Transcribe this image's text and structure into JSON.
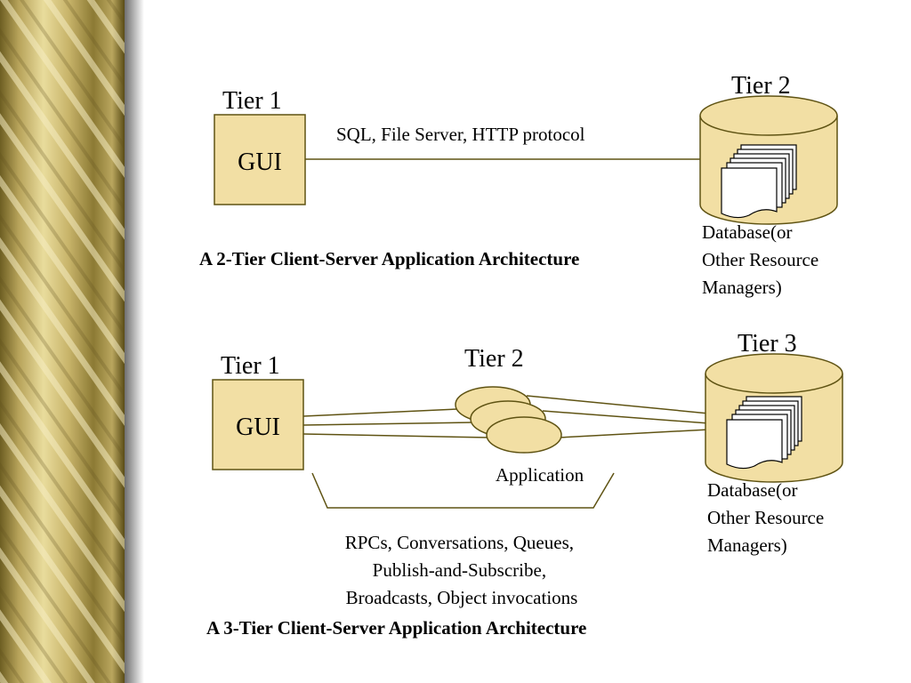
{
  "two_tier": {
    "tier1_label": "Tier 1",
    "gui_label": "GUI",
    "tier2_label": "Tier 2",
    "protocol_label": "SQL, File Server, HTTP protocol",
    "db_label_lines": [
      "Database(or",
      "Other Resource",
      "Managers)"
    ],
    "caption": "A 2-Tier Client-Server Application Architecture"
  },
  "three_tier": {
    "tier1_label": "Tier 1",
    "gui_label": "GUI",
    "tier2_label": "Tier 2",
    "tier3_label": "Tier 3",
    "app_label": "Application",
    "db_label_lines": [
      "Database(or",
      "Other Resource",
      "Managers)"
    ],
    "middleware_lines": [
      "RPCs, Conversations, Queues,",
      "Publish-and-Subscribe,",
      "Broadcasts, Object invocations"
    ],
    "caption": "A 3-Tier Client-Server Application Architecture"
  },
  "colors": {
    "fill": "#f2dfa4",
    "stroke": "#5f5313",
    "bar_gold": "#c9b872",
    "bar_dark": "#7a6a2c"
  }
}
